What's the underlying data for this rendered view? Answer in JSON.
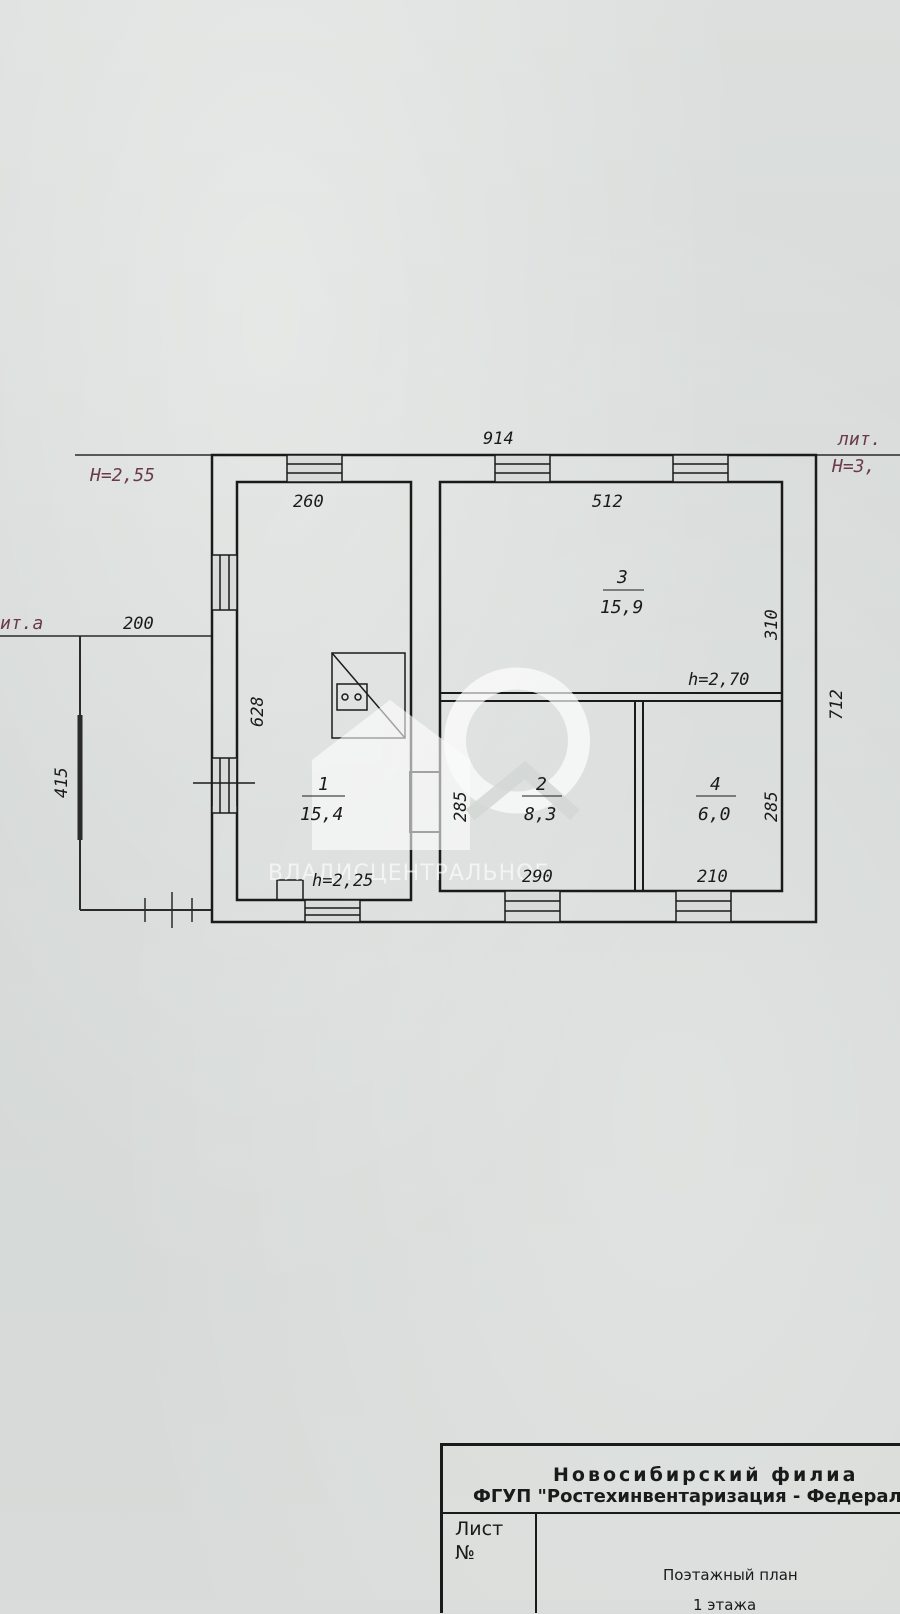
{
  "heights": {
    "left": "H=2,55",
    "right": "H=3,",
    "lit_right": "лит.",
    "lit_left": "ит.а"
  },
  "dimensions": {
    "overall_width": "914",
    "extension_width": "200",
    "extension_height": "415",
    "room1_width": "260",
    "room1_length": "628",
    "room3_width": "512",
    "room3_depth": "310",
    "total_depth": "712",
    "room2_width": "290",
    "room2_depth": "285",
    "room4_width": "210",
    "room4_depth": "285",
    "h_inner": "h=2,70",
    "h_room1": "h=2,25"
  },
  "rooms": [
    {
      "number": "1",
      "area": "15,4"
    },
    {
      "number": "2",
      "area": "8,3"
    },
    {
      "number": "3",
      "area": "15,9"
    },
    {
      "number": "4",
      "area": "6,0"
    }
  ],
  "watermark": "ВЛАДИСЦЕНТРАЛЬНОЕ",
  "title_block": {
    "org_line1": "Новосибирский филиа",
    "org_line2": "ФГУП \"Ростехинвентаризация - Федерал",
    "sheet_label": "Лист",
    "number_label": "№",
    "plan_title": "Поэтажный план",
    "floor_label": "1  этажа"
  }
}
